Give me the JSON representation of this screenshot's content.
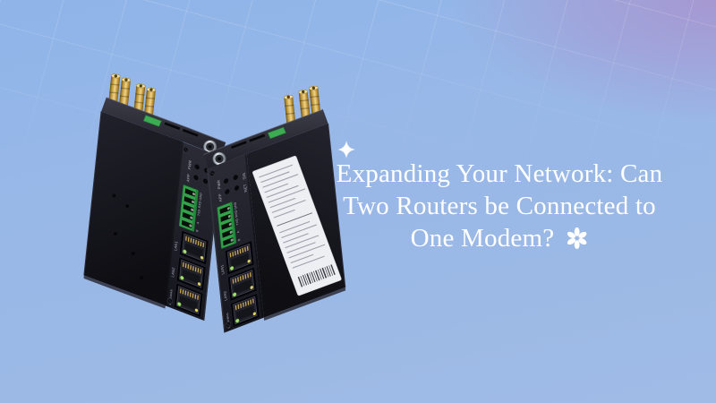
{
  "background": {
    "base_blue_top": "#8fb4e8",
    "base_blue_bottom": "#9fbbe6",
    "purple_corner": "#a79bd0",
    "grid_line": "rgba(255,255,255,0.16)"
  },
  "headline": {
    "line1": "Expanding Your Network: Can",
    "line2": "Two Routers be Connected to",
    "line3": "One Modem?",
    "color": "#ffffff"
  },
  "icons": {
    "sparkle": "✦",
    "flower": "✻"
  },
  "left_router": {
    "led_labels": {
      "pwr": "PWR",
      "app": "APP",
      "sig": "SIG",
      "net": "NET"
    },
    "serial_pin_labels": {
      "gnd": "GND",
      "rxd": "RXD",
      "txd": "TXD",
      "a": "A",
      "b": "B"
    },
    "port_labels": {
      "lan1": "LAN1",
      "lan2": "LAN2",
      "lan3": "LAN3/WAN"
    }
  },
  "right_router": {
    "led_labels": {
      "pwr": "PWR",
      "app": "APP",
      "sig": "SIG",
      "net": "NET"
    },
    "serial_pin_labels": {
      "gnd": "GND",
      "rxd": "RXD",
      "txd": "TXD",
      "a": "A",
      "b": "B"
    },
    "port_labels": {
      "lan1": "LAN1",
      "lan2": "LAN2",
      "lan3": "LAN3/WAN"
    }
  },
  "device_colors": {
    "body": "#15151c",
    "front_panel": "#23232d",
    "antenna_brass": "#d8b055",
    "terminal_green": "#33a24b",
    "port_pin_gold": "#cba84e",
    "led_green": "#a6e26d",
    "power_jack_silver": "#c6cbd2",
    "label_sticker": "#edeff3"
  }
}
